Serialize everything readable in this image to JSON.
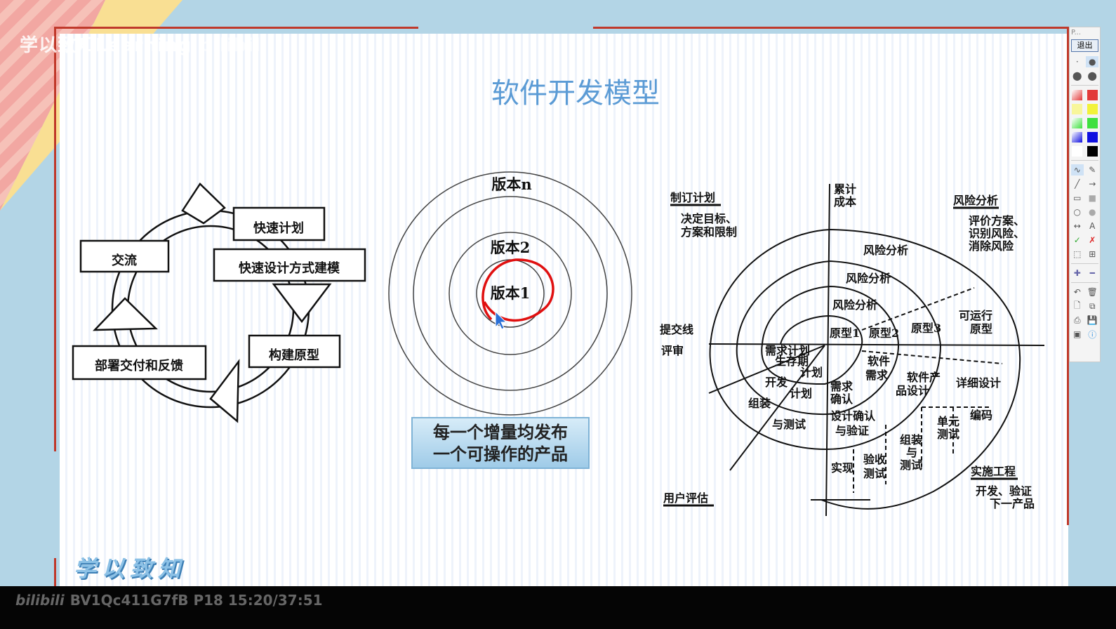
{
  "watermark": "学以致知Learning",
  "watermark_logo": "bilibili",
  "slide": {
    "title": "软件开发模型",
    "motto": "学以致知"
  },
  "prototype_cycle": {
    "boxes": [
      "快速计划",
      "交流",
      "快速设计方式建模",
      "部署交付和反馈",
      "构建原型"
    ]
  },
  "incremental": {
    "versions": [
      "版本n",
      "版本2",
      "版本1"
    ],
    "caption_lines": [
      "每一个增量均发布",
      "一个可操作的产品"
    ]
  },
  "spiral": {
    "quadrants": {
      "plan_title": "制订计划",
      "plan_desc": [
        "决定目标、",
        "方案和限制"
      ],
      "risk_title": "风险分析",
      "risk_desc": [
        "评价方案、",
        "识别风险、",
        "消除风险"
      ],
      "eng_title": "实施工程",
      "eng_desc": [
        "开发、验证",
        "下一产品"
      ],
      "eval_title": "用户评估"
    },
    "axis": {
      "cost": [
        "累计",
        "成本"
      ],
      "commit": "提交线",
      "review": "评审"
    },
    "labels": {
      "risk": "风险分析",
      "proto1": "原型1",
      "proto2": "原型2",
      "proto3": "原型3",
      "runnable": [
        "可运行",
        "原型"
      ],
      "req_plan": "需求计划",
      "lifecycle": "生存期",
      "plan": "计划",
      "dev": "开发",
      "dev_plan": "计划",
      "assembly_test": [
        "组装",
        "与测试"
      ],
      "sw_req": [
        "软件",
        "需求"
      ],
      "sw_design": [
        "软件产",
        "品设计"
      ],
      "detail_design": "详细设计",
      "req_confirm": [
        "需求",
        "确认"
      ],
      "design_verify": [
        "设计确认",
        "与验证"
      ],
      "unit_test": [
        "单元",
        "测试"
      ],
      "coding": "编码",
      "assembly2": [
        "组装",
        "与",
        "测试"
      ],
      "acceptance": [
        "验收",
        "测试"
      ],
      "implement": "实现"
    }
  },
  "toolbar": {
    "title": "P...",
    "exit": "退出",
    "colors": [
      "#e23b3b",
      "#f2f23a",
      "#3fe03f",
      "#1010e0",
      "#ffffff",
      "#000000"
    ],
    "text_tool": "A"
  },
  "player": {
    "logo": "bilibili",
    "info": "BV1Qc411G7fB P18 15:20/37:51"
  }
}
